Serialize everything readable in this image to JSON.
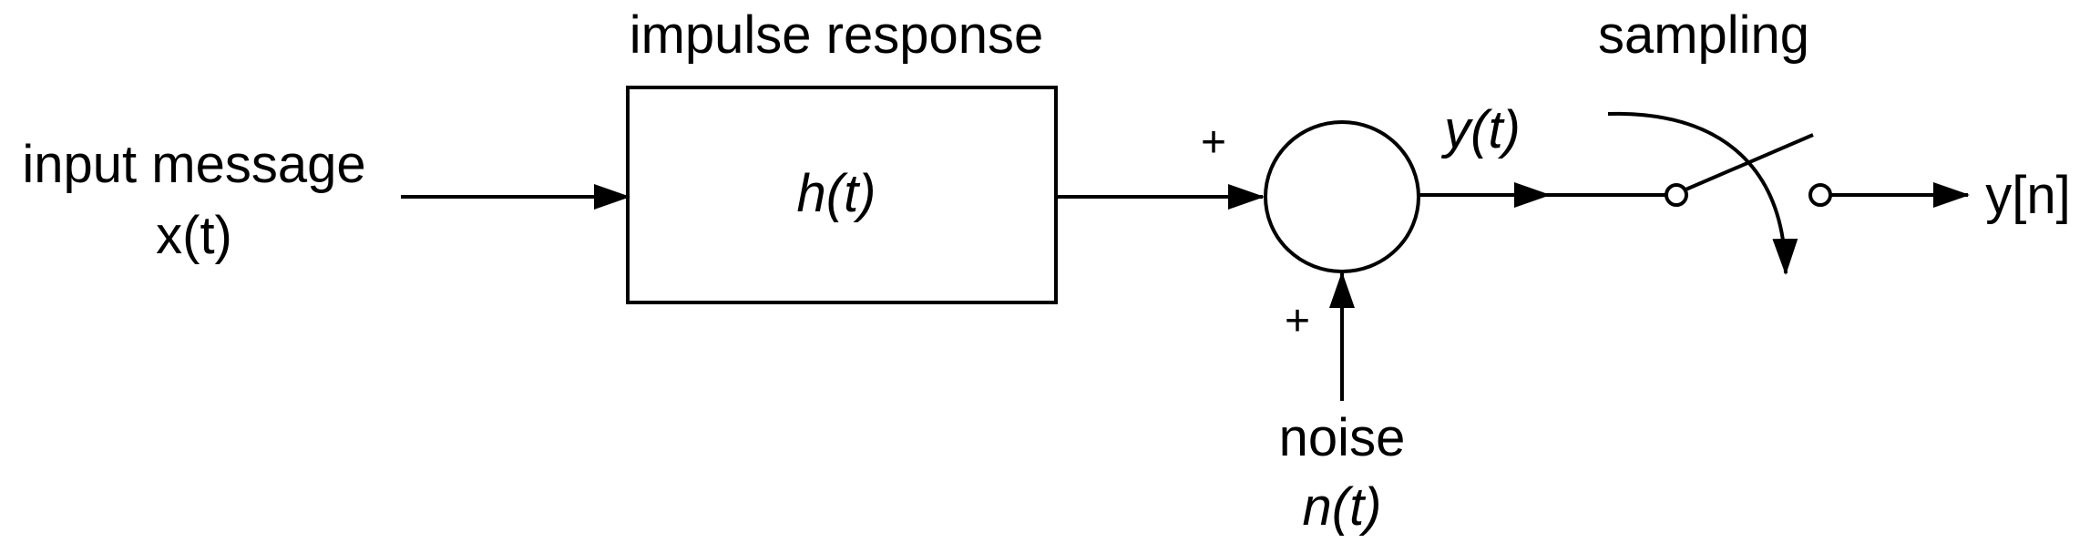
{
  "labels": {
    "input_line1": "input message",
    "input_line2": "x(t)",
    "block_title": "impulse response",
    "block_fn": "h(t)",
    "plus_top": "+",
    "plus_bottom": "+",
    "output_continuous": "y(t)",
    "noise_line1": "noise",
    "noise_line2": "n(t)",
    "sampling": "sampling",
    "output_discrete": "y[n]"
  }
}
